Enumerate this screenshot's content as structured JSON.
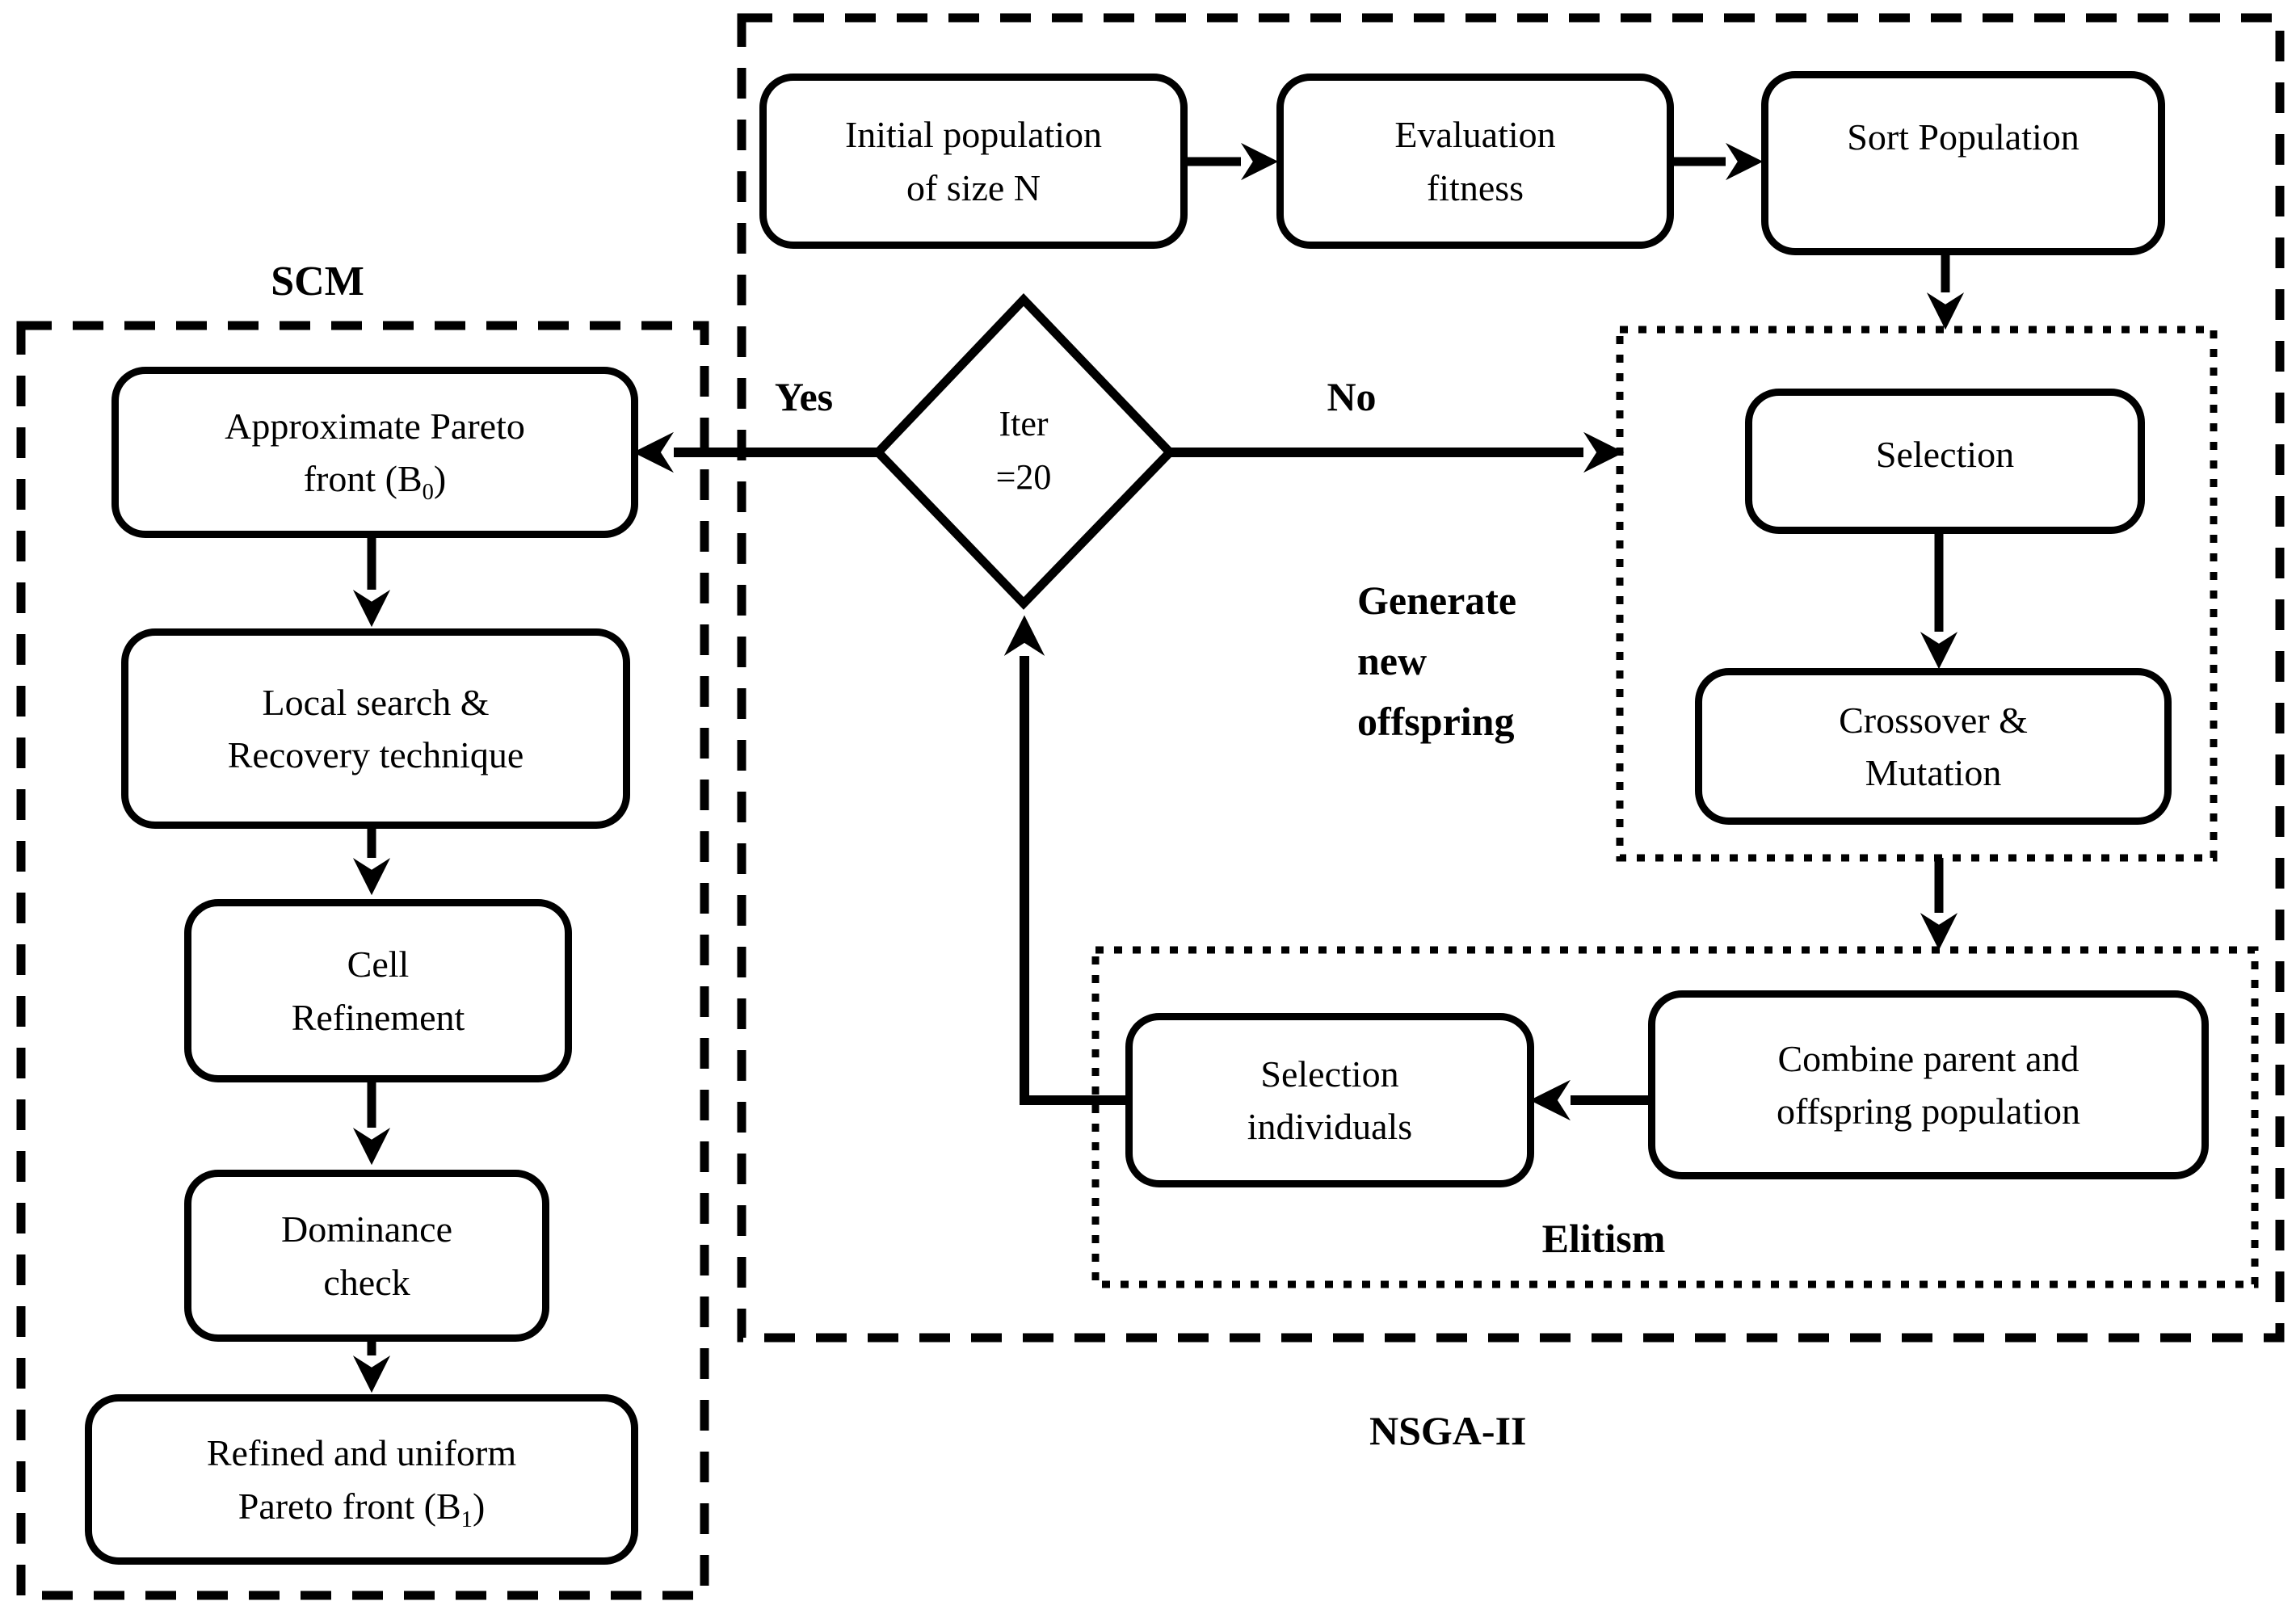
{
  "colors": {
    "ink": "#000000",
    "background": "#ffffff"
  },
  "scm": {
    "label": "SCM",
    "approx_pareto": {
      "line1": "Approximate Pareto",
      "line2_pre": "front (B",
      "line2_sub": "0",
      "line2_suf": ")"
    },
    "local_search": {
      "line1": "Local search &",
      "line2": "Recovery technique"
    },
    "cell_refinement": {
      "line1": "Cell",
      "line2": "Refinement"
    },
    "dominance_check": {
      "line1": "Dominance",
      "line2": "check"
    },
    "refined_front": {
      "line1": "Refined and uniform",
      "line2_pre": "Pareto front (B",
      "line2_sub": "1",
      "line2_suf": ")"
    }
  },
  "nsga": {
    "label": "NSGA-II",
    "initial_population": {
      "line1": "Initial population",
      "line2": "of size N"
    },
    "evaluation_fitness": {
      "line1": "Evaluation",
      "line2": "fitness"
    },
    "sort_population": {
      "line1": "Sort Population"
    },
    "decision": {
      "line1": "Iter",
      "line2": "=20"
    },
    "yes_label": "Yes",
    "no_label": "No",
    "generate_offspring": {
      "label_line1": "Generate",
      "label_line2": "new",
      "label_line3": "offspring",
      "selection": "Selection",
      "crossover": {
        "line1": "Crossover &",
        "line2": "Mutation"
      }
    },
    "elitism": {
      "label": "Elitism",
      "selection_individuals": {
        "line1": "Selection",
        "line2": "individuals"
      },
      "combine": {
        "line1": "Combine parent and",
        "line2": "offspring population"
      }
    }
  }
}
